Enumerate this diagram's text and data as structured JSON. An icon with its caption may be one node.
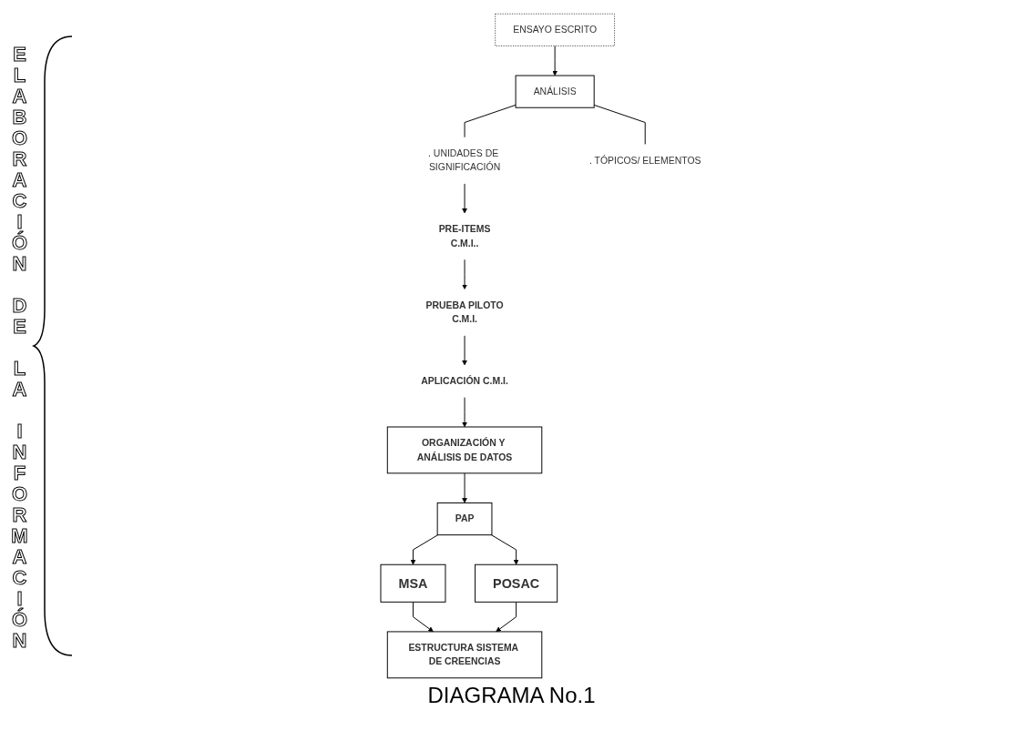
{
  "diagram": {
    "caption": "DIAGRAMA No.1",
    "nodes": [
      {
        "text": [
          "ENSAYO ESCRITO"
        ]
      },
      {
        "text": [
          "ANÁLISIS"
        ]
      },
      {
        "text": [
          ". UNIDADES DE SIGNIFICACIÓN"
        ]
      },
      {
        "text": [
          ". TÓPICOS/ ELEMENTOS"
        ]
      },
      {
        "text": [
          "PRE-ITEMS",
          "C.M.I.."
        ]
      },
      {
        "text": [
          "PRUEBA PILOTO",
          "C.M.I."
        ]
      },
      {
        "text": [
          "APLICACIÓN C.M.I."
        ]
      },
      {
        "text": [
          "ORGANIZACIÓN Y ANÁLISIS DE DATOS"
        ]
      },
      {
        "text": [
          "PAP"
        ]
      },
      {
        "text": [
          "MSA"
        ]
      },
      {
        "text": [
          "POSAC"
        ]
      },
      {
        "text": [
          "ESTRUCTURA SISTEMA DE CREENCIAS"
        ]
      }
    ],
    "edges": [
      {
        "from": 0,
        "to": 1,
        "arrow": "to"
      },
      {
        "from": 1,
        "to": 2,
        "arrow": "none"
      },
      {
        "from": 1,
        "to": 3,
        "arrow": "none"
      },
      {
        "from": 2,
        "to": 4,
        "arrow": "to"
      },
      {
        "from": 4,
        "to": 5,
        "arrow": "to"
      },
      {
        "from": 5,
        "to": 6,
        "arrow": "to"
      },
      {
        "from": 6,
        "to": 7,
        "arrow": "to"
      },
      {
        "from": 7,
        "to": 8,
        "arrow": "to"
      },
      {
        "from": 8,
        "to": 9,
        "arrow": "to"
      },
      {
        "from": 8,
        "to": 10,
        "arrow": "to"
      },
      {
        "from": 9,
        "to": 11,
        "arrow": "to"
      },
      {
        "from": 10,
        "to": 11,
        "arrow": "to"
      }
    ],
    "labels": [
      "ELABORACIÓN DE LA INFORMACIÓN"
    ]
  }
}
